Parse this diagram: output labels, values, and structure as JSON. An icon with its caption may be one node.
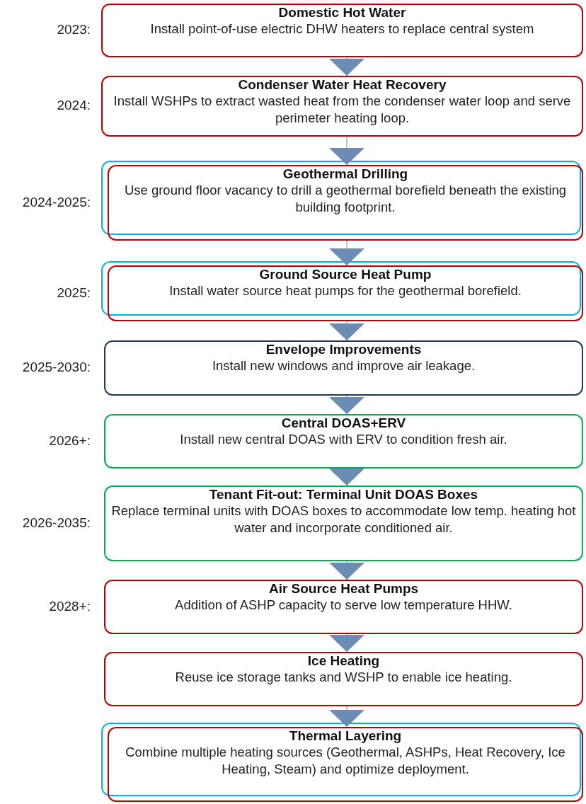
{
  "diagram": {
    "nodes": [
      {
        "text": [
          "Domestic Hot Water",
          "Install point-of-use electric DHW heaters to replace central system"
        ],
        "beside": [
          "2023:"
        ]
      },
      {
        "text": [
          "Condenser Water Heat Recovery",
          "Install WSHPs to extract wasted heat from the condenser water loop and serve perimeter heating loop."
        ],
        "beside": [
          "2024:"
        ]
      },
      {
        "text": [
          "Geothermal Drilling",
          "Use ground floor vacancy to drill a geothermal borefield beneath the existing building footprint."
        ],
        "beside": [
          "2024-2025:"
        ]
      },
      {
        "text": [
          "Ground Source Heat Pump",
          "Install water source heat pumps for the geothermal borefield."
        ],
        "beside": [
          "2025:"
        ]
      },
      {
        "text": [
          "Envelope Improvements",
          "Install new windows and improve air leakage."
        ],
        "beside": [
          "2025-2030:"
        ]
      },
      {
        "text": [
          "Central DOAS+ERV",
          "Install new central DOAS with ERV to condition fresh air."
        ],
        "beside": [
          "2026+:"
        ]
      },
      {
        "text": [
          "Tenant Fit-out: Terminal Unit DOAS Boxes",
          "Replace terminal units with DOAS boxes to accommodate low temp. heating hot water and incorporate conditioned air."
        ],
        "beside": [
          "2026-2035:"
        ]
      },
      {
        "text": [
          "Air Source Heat Pumps",
          "Addition of ASHP capacity to serve low temperature HHW."
        ],
        "beside": [
          "2028+:"
        ]
      },
      {
        "text": [
          "Ice Heating",
          "Reuse ice storage tanks and WSHP to enable ice heating."
        ]
      },
      {
        "text": [
          "Thermal Layering",
          "Combine multiple heating sources (Geothermal, ASHPs, Heat Recovery, Ice Heating, Steam) and optimize deployment."
        ]
      }
    ],
    "edges": [
      {
        "from": 0,
        "to": 1,
        "arrow": "to"
      },
      {
        "from": 1,
        "to": 2,
        "arrow": "to"
      },
      {
        "from": 2,
        "to": 3,
        "arrow": "to"
      },
      {
        "from": 3,
        "to": 4,
        "arrow": "to"
      },
      {
        "from": 4,
        "to": 5,
        "arrow": "to"
      },
      {
        "from": 5,
        "to": 6,
        "arrow": "to"
      },
      {
        "from": 6,
        "to": 7,
        "arrow": "to"
      },
      {
        "from": 7,
        "to": 8,
        "arrow": "to"
      },
      {
        "from": 8,
        "to": 9,
        "arrow": "to"
      }
    ]
  }
}
